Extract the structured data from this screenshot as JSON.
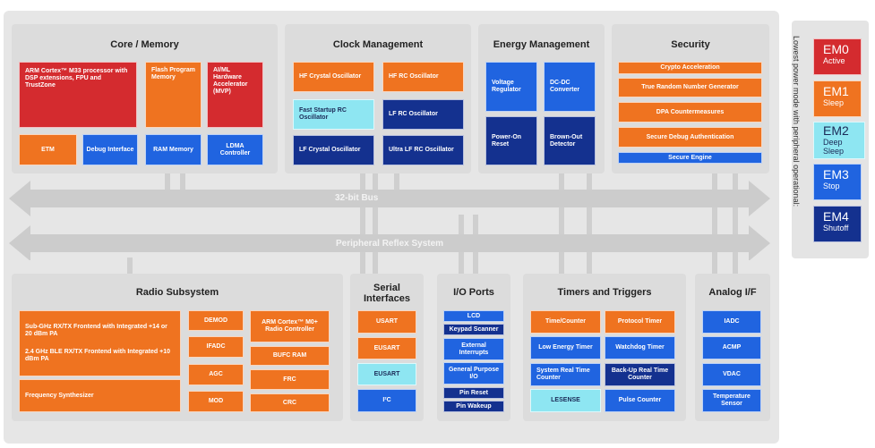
{
  "core": {
    "title": "Core / Memory",
    "arm": "ARM Cortex™ M33 processor with DSP extensions, FPU and TrustZone",
    "flash": "Flash Program Memory",
    "ai": "AI/ML Hardware Accelerator (MVP)",
    "etm": "ETM",
    "debug": "Debug Interface",
    "ram": "RAM Memory",
    "ldma": "LDMA Controller"
  },
  "clock": {
    "title": "Clock Management",
    "hfxo": "HF Crystal Oscillator",
    "hfrc": "HF RC Oscillator",
    "fsrc": "Fast Startup RC Oscillator",
    "lfrc": "LF RC Oscillator",
    "lfxo": "LF Crystal Oscillator",
    "ulfrc": "Ultra LF RC Oscillator"
  },
  "energy": {
    "title": "Energy Management",
    "vreg": "Voltage Regulator",
    "dcdc": "DC-DC Converter",
    "por": "Power-On Reset",
    "bod": "Brown-Out Detector"
  },
  "security": {
    "title": "Security",
    "crypto": "Crypto Acceleration",
    "trng": "True Random Number Generator",
    "dpa": "DPA Countermeasures",
    "debug": "Secure Debug Authentication",
    "engine": "Secure Engine"
  },
  "bus": {
    "bus32": "32-bit Bus",
    "prs": "Peripheral Reflex System"
  },
  "radio": {
    "title": "Radio Subsystem",
    "subghz": "Sub-GHz RX/TX Frontend with Integrated +14 or 20 dBm PA",
    "ble": "2.4 GHz BLE RX/TX Frontend with Integrated +10 dBm PA",
    "synth": "Frequency Synthesizer",
    "demod": "DEMOD",
    "ifadc": "IFADC",
    "agc": "AGC",
    "mod": "MOD",
    "arm0": "ARM Cortex™ M0+ Radio Controller",
    "bufc": "BUFC RAM",
    "frc": "FRC",
    "crc": "CRC"
  },
  "serial": {
    "title": "Serial Interfaces",
    "usart": "USART",
    "eusart1": "EUSART",
    "eusart2": "EUSART",
    "i2c": "I²C"
  },
  "io": {
    "title": "I/O Ports",
    "lcd": "LCD",
    "keypad": "Keypad Scanner",
    "extint": "External Interrupts",
    "gpio": "General Purpose I/O",
    "pinreset": "Pin Reset",
    "pinwakeup": "Pin Wakeup"
  },
  "timers": {
    "title": "Timers and Triggers",
    "timer": "Time/Counter",
    "protocol": "Protocol Timer",
    "letimer": "Low Energy Timer",
    "wdog": "Watchdog Timer",
    "rtc": "System Real Time Counter",
    "burtc": "Back-Up Real Time Counter",
    "lesense": "LESENSE",
    "pcnt": "Pulse Counter"
  },
  "analog": {
    "title": "Analog I/F",
    "iadc": "IADC",
    "acmp": "ACMP",
    "vdac": "VDAC",
    "temp": "Temperature Sensor"
  },
  "em": {
    "label": "Lowest power mode with peripheral operational:",
    "modes": [
      {
        "code": "EM0",
        "name": "Active"
      },
      {
        "code": "EM1",
        "name": "Sleep"
      },
      {
        "code": "EM2",
        "name": "Deep Sleep"
      },
      {
        "code": "EM3",
        "name": "Stop"
      },
      {
        "code": "EM4",
        "name": "Shutoff"
      }
    ],
    "colors": {
      "em0": "#d42b2f",
      "em1": "#ef7320",
      "em2": "#8ee6f2",
      "em3": "#2064e0",
      "em4": "#14318f"
    }
  }
}
